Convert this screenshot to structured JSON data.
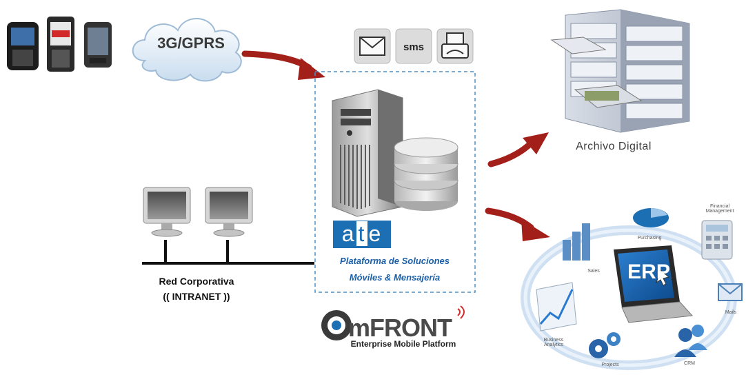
{
  "cloud": {
    "label": "3G/GPRS"
  },
  "storage": {
    "label": "Archivo Digital"
  },
  "network": {
    "line1": "Red Corporativa",
    "line2": "(( INTRANET ))"
  },
  "platform": {
    "logo": "ate",
    "line1": "Plataforma de Soluciones",
    "line2": "Móviles & Mensajería",
    "brand": "mFRONT",
    "tagline": "Enterprise Mobile Platform"
  },
  "channels": {
    "sms": "sms"
  },
  "erp": {
    "center": "ERP",
    "modules": [
      "Financial Management",
      "Purchasing",
      "Sales",
      "Business Analytics",
      "Projects",
      "CRM",
      "Mails"
    ]
  },
  "colors": {
    "arrow": "#a31f1a",
    "accent": "#1d6fb4",
    "dashed_border": "#4a90c8"
  }
}
